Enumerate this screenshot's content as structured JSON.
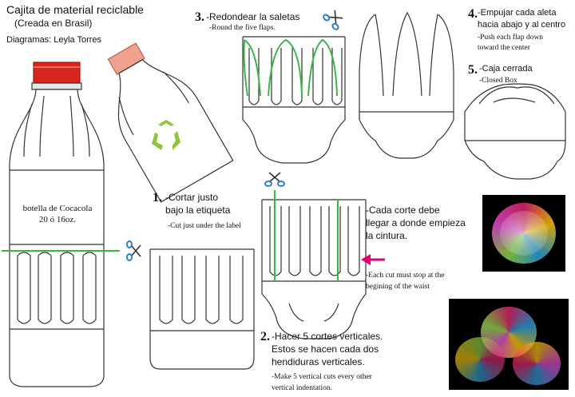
{
  "header": {
    "title": "Cajita de material reciclable",
    "subtitle": "(Creada en Brasil)",
    "credit": "Diagramas: Leyla Torres"
  },
  "bottle_label": {
    "line1": "botella de Cocacola",
    "line2": "20 ó 16oz."
  },
  "steps": [
    {
      "num": "1.",
      "es_line1": "-Cortar justo",
      "es_line2": "bajo la etiqueta",
      "en_line1": "-Cut just under the label",
      "en_line2": ""
    },
    {
      "num": "2.",
      "es_line1": "-Hacer 5 cortes verticales.",
      "es_line2": "Estos se hacen cada dos",
      "es_line3": "hendiduras verticales.",
      "en_line1": "-Make 5 vertical cuts every other",
      "en_line2": "vertical indentation."
    },
    {
      "num": "3.",
      "es_line1": "-Redondear la saletas",
      "en_line1": "-Round the five flaps."
    },
    {
      "num": "4.",
      "es_line1": "-Empujar cada aleta",
      "es_line2": "hacia abajo y al centro",
      "en_line1": "-Push each flap down",
      "en_line2": "toward the center"
    },
    {
      "num": "5.",
      "es_line1": "-Caja cerrada",
      "en_line1": "-Closed Box"
    }
  ],
  "cut_note": {
    "es_line1": "-Cada corte debe",
    "es_line2": "llegar a donde empieza",
    "es_line3": "la cintura.",
    "en_line1": "-Each cut must stop at the",
    "en_line2": "begining of the waist"
  },
  "colors": {
    "cap_red": "#d8261c",
    "cap_pink": "#f1a28e",
    "cut_line": "#39b54a",
    "arrow": "#e5006e",
    "scissors": "#2e7dc9",
    "recycle": "#8cc63f"
  },
  "icons": [
    "scissors-icon",
    "recycle-icon",
    "arrow-left-icon"
  ]
}
